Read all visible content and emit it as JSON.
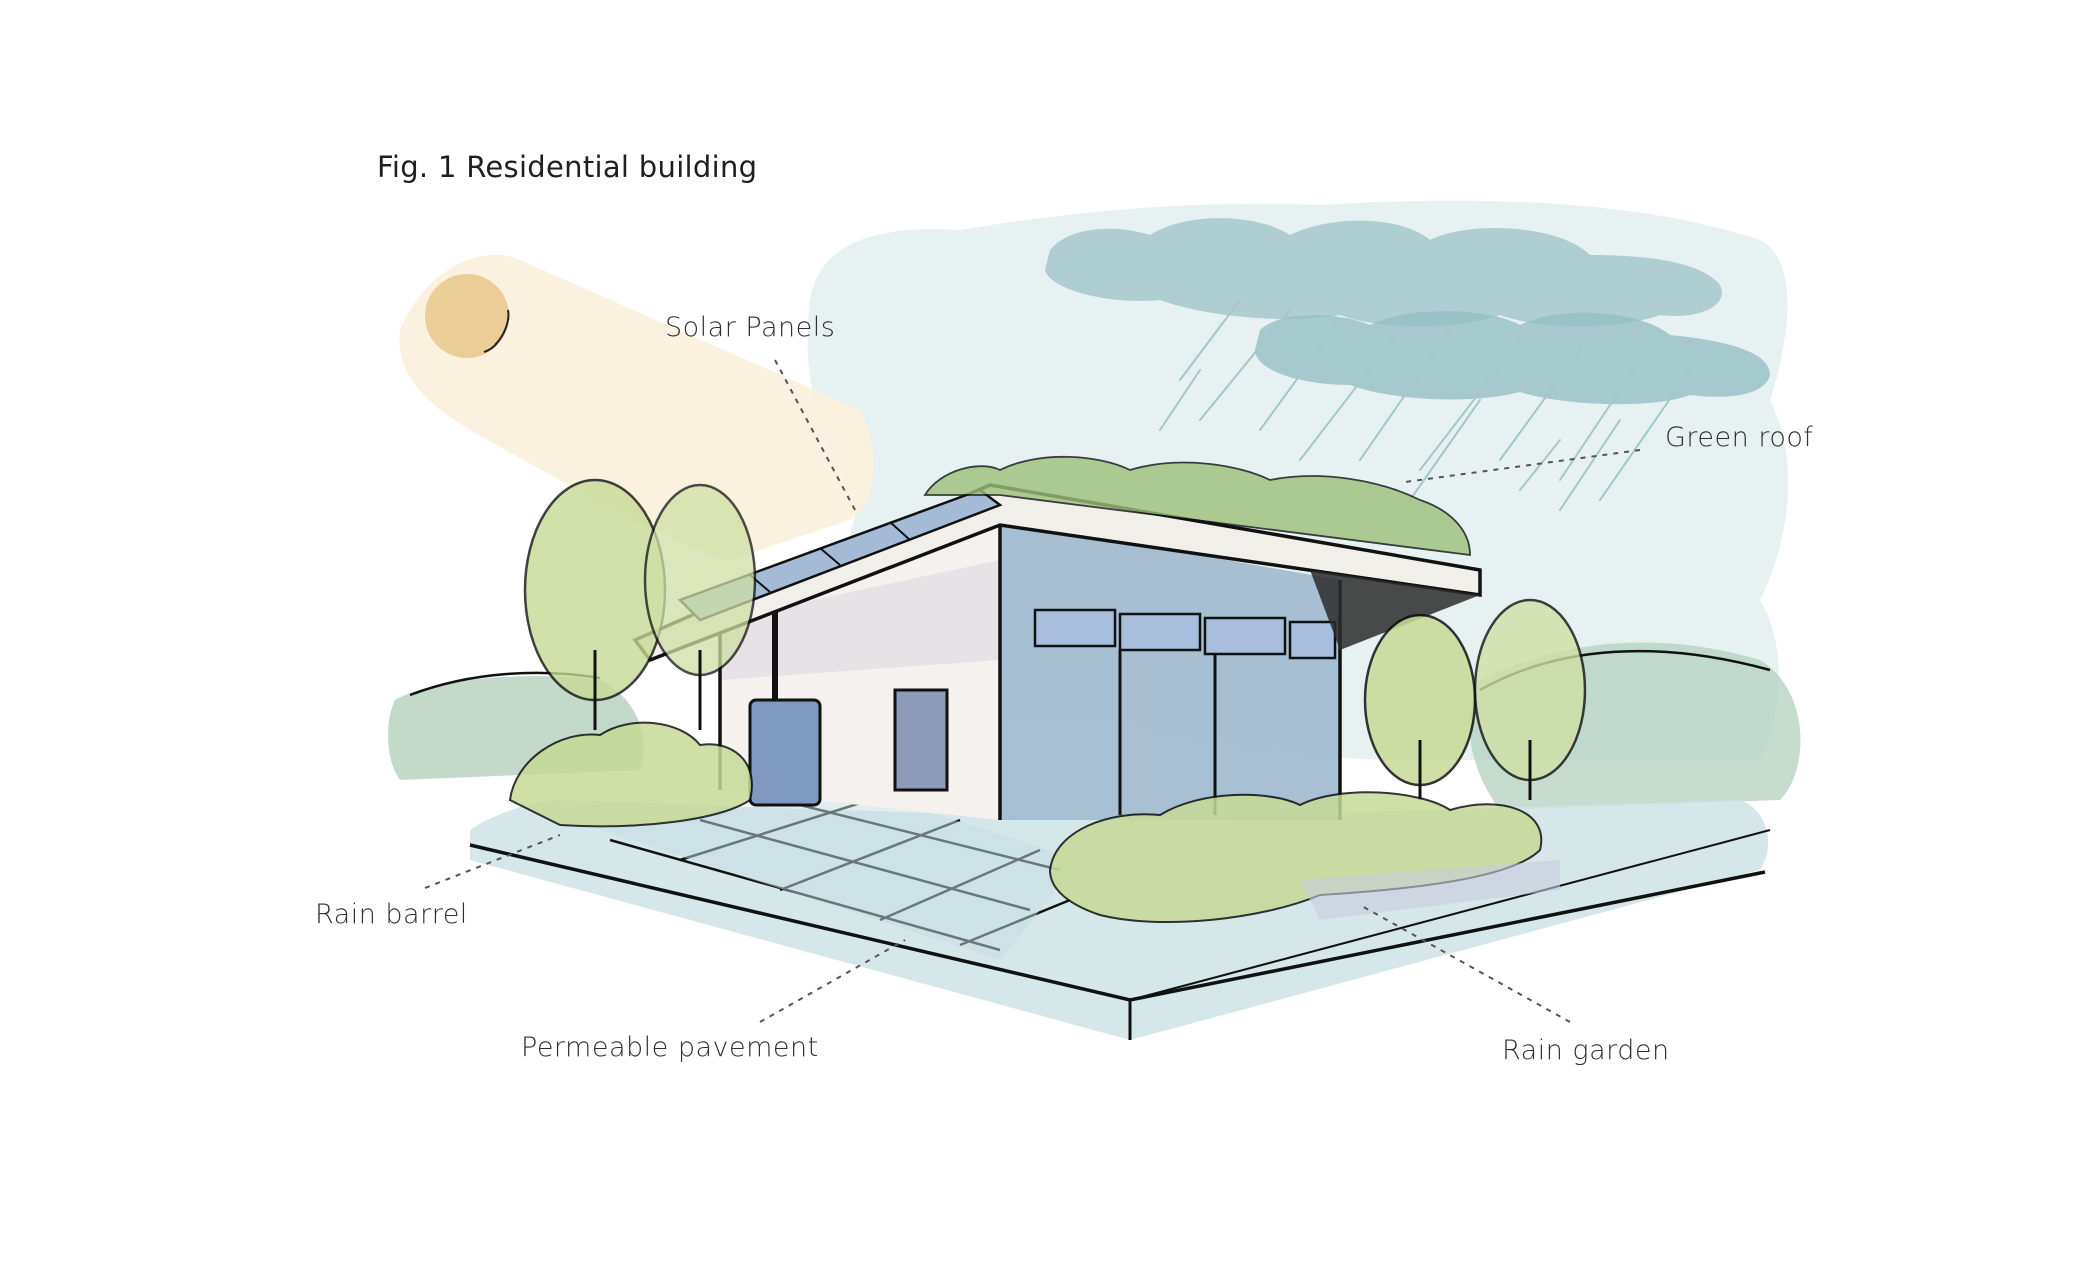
{
  "figure": {
    "title": "Fig. 1 Residential building"
  },
  "labels": {
    "solar_panels": "Solar Panels",
    "green_roof": "Green roof",
    "rain_barrel": "Rain barrel",
    "permeable_pavement": "Permeable pavement",
    "rain_garden": "Rain garden"
  },
  "colors": {
    "sun": "#e9c98f",
    "sunbeam": "#fbefdc",
    "sky_wash": "#e4eff0",
    "cloud": "#9fc6c9",
    "foliage": "#c7da96",
    "foliage_dark": "#8fb777",
    "glass": "#8fa9c6",
    "pavement": "#cfe3e6",
    "ink": "#111111",
    "leader": "#555555"
  }
}
